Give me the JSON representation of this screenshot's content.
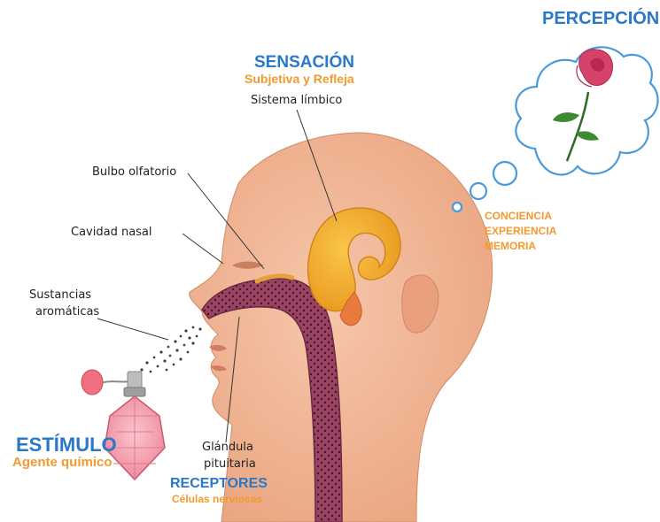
{
  "titles": {
    "sensacion": "SENSACIÓN",
    "sensacion_sub": "Subjetiva y Refleja",
    "percepcion": "PERCEPCIÓN",
    "estimulo": "ESTÍMULO",
    "estimulo_sub": "Agente químico",
    "receptores": "RECEPTORES",
    "receptores_sub": "Células nerviosas"
  },
  "labels": {
    "sistema_limbico": "Sistema límbico",
    "bulbo_olfatorio": "Bulbo olfatorio",
    "cavidad_nasal": "Cavidad nasal",
    "sustancias_1": "Sustancias",
    "sustancias_2": "aromáticas",
    "glandula_1": "Glándula",
    "glandula_2": "pituitaria"
  },
  "perception_items": [
    "CONCIENCIA",
    "EXPERIENCIA",
    "MEMORIA"
  ],
  "colors": {
    "title_blue": "#2a78c8",
    "accent_orange": "#f29a2e",
    "skin": "#f2b694",
    "limbic": "#f0b020",
    "nasal_tract": "#8a3a55",
    "cloud_outline": "#4a9ad8",
    "rose": "#d6426a",
    "perfume_bottle": "#f08a9a"
  },
  "icons": {
    "rose": "rose-icon",
    "perfume": "perfume-bottle-icon",
    "thought_cloud": "thought-cloud-icon"
  }
}
